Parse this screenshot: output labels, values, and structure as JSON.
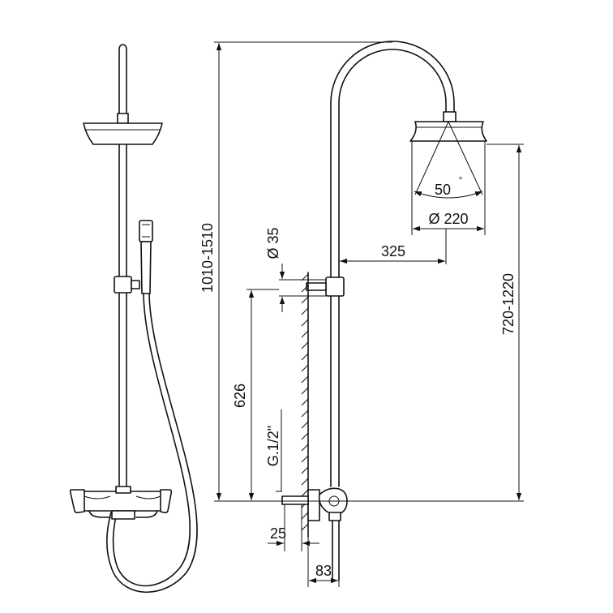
{
  "dimensions": {
    "overall_height": "1010-1510",
    "pipe_diameter": "Ø 35",
    "bracket_height": "626",
    "connection": "G.1/2\"",
    "offset_25": "25",
    "offset_83": "83",
    "arm_reach": "325",
    "spray_angle": "50",
    "spray_angle_unit": "°",
    "head_diameter": "Ø 220",
    "head_height": "720-1220"
  },
  "colors": {
    "line": "#111111",
    "background": "#ffffff"
  }
}
